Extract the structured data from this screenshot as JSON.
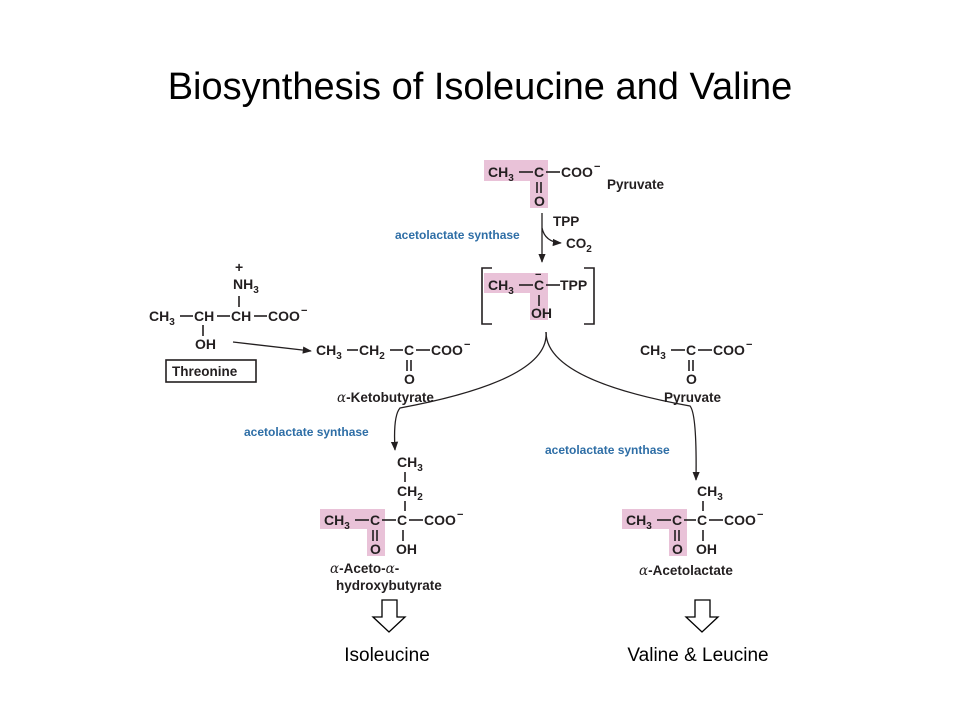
{
  "title": "Biosynthesis of Isoleucine and Valine",
  "enzymes": {
    "top": "acetolactate synthase",
    "left": "acetolactate synthase",
    "right": "acetolactate synthase"
  },
  "cofactors": {
    "tpp": "TPP",
    "co2": "CO",
    "co2_sub": "2"
  },
  "compounds": {
    "pyruvate_top": "Pyruvate",
    "threonine": "Threonine",
    "ketobutyrate_prefix": "α",
    "ketobutyrate": "-Ketobutyrate",
    "pyruvate_right": "Pyruvate",
    "acetohydroxy_line1_a": "α",
    "acetohydroxy_line1_b": "-Aceto-",
    "acetohydroxy_line1_c": "α",
    "acetohydroxy_line1_d": "-",
    "acetohydroxy_line2": "hydroxybutyrate",
    "acetolactate_prefix": "α",
    "acetolactate": "-Acetolactate"
  },
  "products": {
    "left": "Isoleucine",
    "right": "Valine & Leucine"
  }
}
